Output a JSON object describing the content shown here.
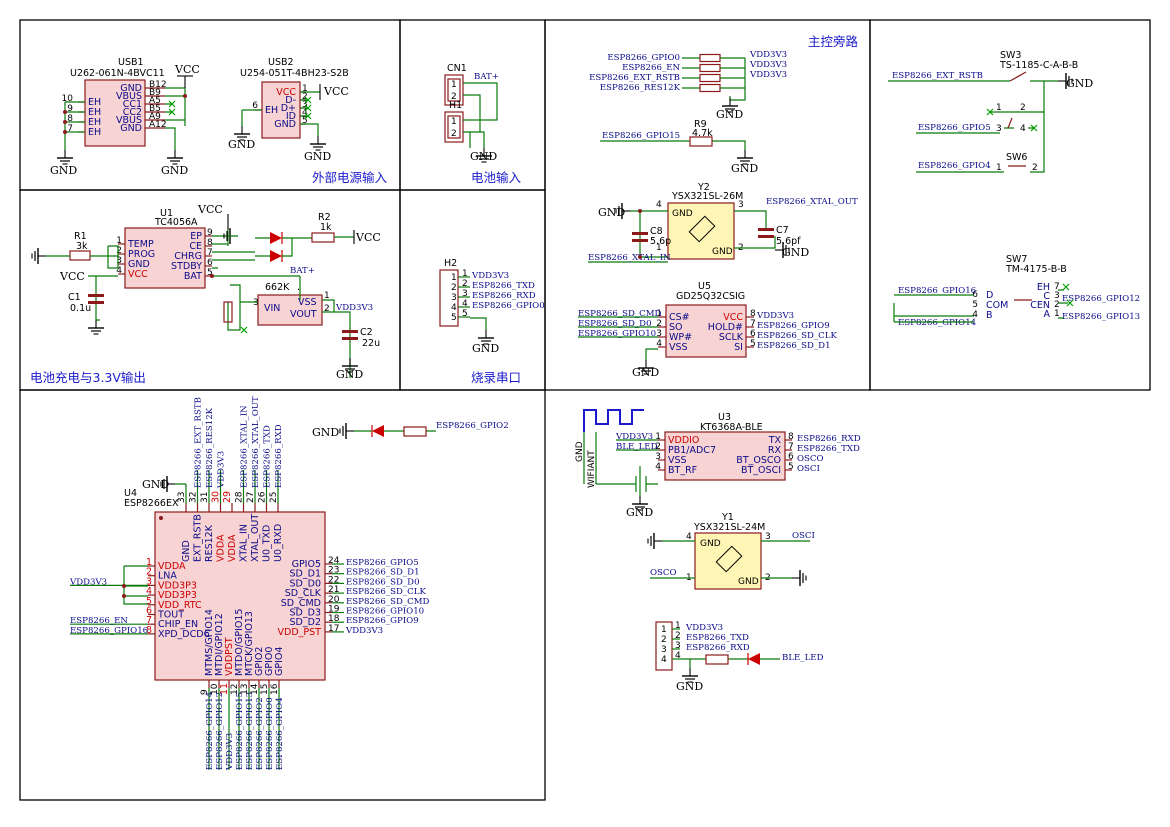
{
  "sections": {
    "ext_power": "外部电源输入",
    "battery_in": "电池输入",
    "charge": "电池充电与3.3V输出",
    "flash_port": "烧录串口",
    "main_ctrl": "主控旁路"
  },
  "power": {
    "vcc": "VCC",
    "gnd": "GND",
    "bat": "BAT+",
    "vdd": "VDD3V3"
  },
  "usb1": {
    "ref": "USB1",
    "part": "U262-061N-4BVC11",
    "pins_left": [
      {
        "num": "10",
        "name": "EH"
      },
      {
        "num": "9",
        "name": "EH"
      },
      {
        "num": "8",
        "name": "EH"
      },
      {
        "num": "7",
        "name": "EH"
      }
    ],
    "pins_right": [
      {
        "num": "B12",
        "name": "GND"
      },
      {
        "num": "B9",
        "name": "VBUS"
      },
      {
        "num": "A5",
        "name": "CC1"
      },
      {
        "num": "B5",
        "name": "CC2"
      },
      {
        "num": "A9",
        "name": "VBUS"
      },
      {
        "num": "A12",
        "name": "GND"
      }
    ]
  },
  "usb2": {
    "ref": "USB2",
    "part": "U254-051T-4BH23-S2B",
    "pin_left": {
      "num": "6",
      "name": "EH"
    },
    "pins_right": [
      {
        "num": "1",
        "name": "VCC"
      },
      {
        "num": "2",
        "name": "D-"
      },
      {
        "num": "3",
        "name": "D+"
      },
      {
        "num": "4",
        "name": "ID"
      },
      {
        "num": "5",
        "name": "GND"
      }
    ]
  },
  "cn1": {
    "ref": "CN1",
    "pins": [
      "1",
      "2"
    ]
  },
  "h1": {
    "ref": "H1",
    "pins": [
      "1",
      "2"
    ]
  },
  "u1": {
    "ref": "U1",
    "part": "TC4056A",
    "pins_left": [
      {
        "num": "1",
        "name": "TEMP"
      },
      {
        "num": "2",
        "name": "PROG"
      },
      {
        "num": "3",
        "name": "GND"
      },
      {
        "num": "4",
        "name": "VCC"
      }
    ],
    "pins_right": [
      {
        "num": "9",
        "name": "EP"
      },
      {
        "num": "8",
        "name": "CE"
      },
      {
        "num": "7",
        "name": "CHRG"
      },
      {
        "num": "6",
        "name": "STDBY"
      },
      {
        "num": "5",
        "name": "BAT"
      }
    ]
  },
  "r1": {
    "ref": "R1",
    "value": "3k"
  },
  "r2": {
    "ref": "R2",
    "value": "1k"
  },
  "c1": {
    "ref": "C1",
    "value": "0.1u"
  },
  "c2": {
    "ref": "C2",
    "value": "22u"
  },
  "ldo": {
    "part": "662K",
    "pins": [
      {
        "num": "3",
        "name": "VIN"
      },
      {
        "num": "1",
        "name": "VSS"
      },
      {
        "num": "2",
        "name": "VOUT"
      }
    ],
    "dot": "."
  },
  "h2": {
    "ref": "H2",
    "pins": [
      {
        "num": "1",
        "net": "VDD3V3"
      },
      {
        "num": "2",
        "net": "ESP8266_TXD"
      },
      {
        "num": "3",
        "net": "ESP8266_RXD"
      },
      {
        "num": "4",
        "net": "ESP8266_GPIO0"
      },
      {
        "num": "5",
        "net": ""
      }
    ]
  },
  "rnet": {
    "nets": [
      "ESP8266_GPIO0",
      "ESP8266_EN",
      "ESP8266_EXT_RSTB",
      "ESP8266_RES12K"
    ],
    "right": [
      "VDD3V3",
      "VDD3V3",
      "VDD3V3"
    ]
  },
  "r9": {
    "ref": "R9",
    "value": "4.7k",
    "net": "ESP8266_GPIO15"
  },
  "y2": {
    "ref": "Y2",
    "part": "YSX321SL-26M",
    "pins": [
      {
        "num": "4",
        "name": "GND"
      },
      {
        "num": "3",
        "name": ""
      },
      {
        "num": "1",
        "name": ""
      },
      {
        "num": "2",
        "name": "GND"
      }
    ],
    "net_out": "ESP8266_XTAL_OUT",
    "net_in": "ESP8266_XTAL_IN"
  },
  "c7": {
    "ref": "C7",
    "value": "5.6pf"
  },
  "c8": {
    "ref": "C8",
    "value": "5.6p"
  },
  "u5": {
    "ref": "U5",
    "part": "GD25Q32CSIG",
    "pins_left": [
      {
        "num": "1",
        "name": "CS#",
        "net": "ESP8266_SD_CMD"
      },
      {
        "num": "2",
        "name": "SO",
        "net": "ESP8266_SD_D0"
      },
      {
        "num": "3",
        "name": "WP#",
        "net": "ESP8266_GPIO10"
      },
      {
        "num": "4",
        "name": "VSS",
        "net": ""
      }
    ],
    "pins_right": [
      {
        "num": "8",
        "name": "VCC",
        "net": "VDD3V3"
      },
      {
        "num": "7",
        "name": "HOLD#",
        "net": "ESP8266_GPIO9"
      },
      {
        "num": "6",
        "name": "SCLK",
        "net": "ESP8266_SD_CLK"
      },
      {
        "num": "5",
        "name": "SI",
        "net": "ESP8266_SD_D1"
      }
    ]
  },
  "sw3": {
    "ref": "SW3",
    "part": "TS-1185-C-A-B-B",
    "net": "ESP8266_EXT_RSTB",
    "net2": "ESP8266_GPIO5",
    "pins": [
      "1",
      "2",
      "3",
      "4"
    ]
  },
  "sw6": {
    "ref": "SW6",
    "net": "ESP8266_GPIO4",
    "pins": [
      "1",
      "2"
    ]
  },
  "sw7": {
    "ref": "SW7",
    "part": "TM-4175-B-B",
    "pins_left": [
      {
        "num": "6",
        "name": "D",
        "net": "ESP8266_GPIO16"
      },
      {
        "num": "5",
        "name": "COM",
        "net": ""
      },
      {
        "num": "4",
        "name": "B",
        "net": "ESP8266_GPIO14"
      }
    ],
    "pins_right": [
      {
        "num": "7",
        "name": "EH",
        "net": ""
      },
      {
        "num": "3",
        "name": "C",
        "net": "ESP8266_GPIO12"
      },
      {
        "num": "2",
        "name": "CEN",
        "net": ""
      },
      {
        "num": "1",
        "name": "A",
        "net": "ESP8266_GPIO13"
      }
    ]
  },
  "u4": {
    "ref": "U4",
    "part": "ESP8266EX",
    "top": [
      {
        "num": "33",
        "name": "GND",
        "net": ""
      },
      {
        "num": "32",
        "name": "EXT_RSTB",
        "net": "ESP8266_EXT_RSTB"
      },
      {
        "num": "31",
        "name": "RES12K",
        "net": "ESP8266_RES12K"
      },
      {
        "num": "30",
        "name": "VDDA",
        "net": "VDD3V3"
      },
      {
        "num": "29",
        "name": "VDDA",
        "net": ""
      },
      {
        "num": "28",
        "name": "XTAL_IN",
        "net": "ESP8266_XTAL_IN"
      },
      {
        "num": "27",
        "name": "XTAL_OUT",
        "net": "ESP8266_XTAL_OUT"
      },
      {
        "num": "26",
        "name": "U0_TXD",
        "net": "ESP8266_TXD"
      },
      {
        "num": "25",
        "name": "U0_RXD",
        "net": "ESP8266_RXD"
      }
    ],
    "left": [
      {
        "num": "1",
        "name": "VDDA",
        "net": ""
      },
      {
        "num": "2",
        "name": "LNA",
        "net": ""
      },
      {
        "num": "3",
        "name": "VDD3P3",
        "net": "VDD3V3"
      },
      {
        "num": "4",
        "name": "VDD3P3",
        "net": ""
      },
      {
        "num": "5",
        "name": "VDD_RTC",
        "net": ""
      },
      {
        "num": "6",
        "name": "TOUT",
        "net": ""
      },
      {
        "num": "7",
        "name": "CHIP_EN",
        "net": "ESP8266_EN"
      },
      {
        "num": "8",
        "name": "XPD_DCDC",
        "net": "ESP8266_GPIO16"
      }
    ],
    "right": [
      {
        "num": "24",
        "name": "GPIO5",
        "net": "ESP8266_GPIO5"
      },
      {
        "num": "23",
        "name": "SD_D1",
        "net": "ESP8266_SD_D1"
      },
      {
        "num": "22",
        "name": "SD_D0",
        "net": "ESP8266_SD_D0"
      },
      {
        "num": "21",
        "name": "SD_CLK",
        "net": "ESP8266_SD_CLK"
      },
      {
        "num": "20",
        "name": "SD_CMD",
        "net": "ESP8266_SD_CMD"
      },
      {
        "num": "19",
        "name": "SD_D3",
        "net": "ESP8266_GPIO10"
      },
      {
        "num": "18",
        "name": "SD_D2",
        "net": "ESP8266_GPIO9"
      },
      {
        "num": "17",
        "name": "VDD_PST",
        "net": "VDD3V3"
      }
    ],
    "bottom": [
      {
        "num": "9",
        "name": "MTMS/GPIO14",
        "net": "ESP8266_GPIO14"
      },
      {
        "num": "10",
        "name": "MTDI/GPIO12",
        "net": "ESP8266_GPIO12"
      },
      {
        "num": "11",
        "name": "VDDPST",
        "net": "VDD3V3"
      },
      {
        "num": "12",
        "name": "MTDO/GPIO15",
        "net": "ESP8266_GPIO15"
      },
      {
        "num": "13",
        "name": "MTCK/GPIO13",
        "net": "ESP8266_GPIO13"
      },
      {
        "num": "14",
        "name": "GPIO2",
        "net": "ESP8266_GPIO2"
      },
      {
        "num": "15",
        "name": "GPIO0",
        "net": "ESP8266_GPIO0"
      },
      {
        "num": "16",
        "name": "GPIO4",
        "net": "ESP8266_GPIO4"
      }
    ]
  },
  "led_gpio2": {
    "net": "ESP8266_GPIO2"
  },
  "u3": {
    "ref": "U3",
    "part": "KT6368A-BLE",
    "pins_left": [
      {
        "num": "1",
        "name": "VDDIO",
        "net": "VDD3V3"
      },
      {
        "num": "2",
        "name": "PB1/ADC7",
        "net": "BLE_LED"
      },
      {
        "num": "3",
        "name": "VSS",
        "net": ""
      },
      {
        "num": "4",
        "name": "BT_RF",
        "net": ""
      }
    ],
    "pins_right": [
      {
        "num": "8",
        "name": "TX",
        "net": "ESP8266_RXD"
      },
      {
        "num": "7",
        "name": "RX",
        "net": "ESP8266_TXD"
      },
      {
        "num": "6",
        "name": "BT_OSCO",
        "net": "OSCO"
      },
      {
        "num": "5",
        "name": "BT_OSCI",
        "net": "OSCI"
      }
    ],
    "antenna_labels": [
      "GND",
      "WIFIANT"
    ]
  },
  "y1": {
    "ref": "Y1",
    "part": "YSX321SL-24M",
    "pins": [
      {
        "num": "4",
        "name": "GND"
      },
      {
        "num": "3",
        "name": ""
      },
      {
        "num": "1",
        "name": ""
      },
      {
        "num": "2",
        "name": "GND"
      }
    ],
    "net_a": "OSCI",
    "net_b": "OSCO"
  },
  "h3": {
    "pins": [
      {
        "num": "1",
        "net": "VDD3V3"
      },
      {
        "num": "2",
        "net": "ESP8266_TXD"
      },
      {
        "num": "3",
        "net": "ESP8266_RXD"
      },
      {
        "num": "4",
        "net": ""
      }
    ],
    "led_net": "BLE_LED"
  }
}
